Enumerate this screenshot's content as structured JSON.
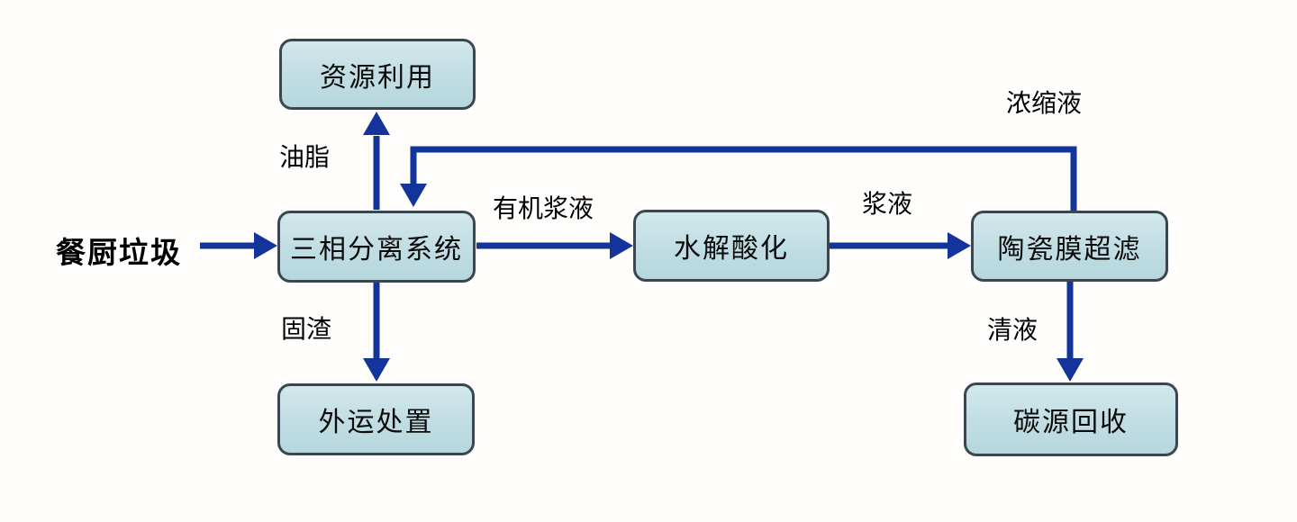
{
  "diagram": {
    "type": "process-flow",
    "language": "zh",
    "source": {
      "label": "餐厨垃圾"
    },
    "nodes": [
      {
        "id": "resource-utilization",
        "label": "资源利用"
      },
      {
        "id": "three-phase-separation",
        "label": "三相分离系统"
      },
      {
        "id": "hydrolysis-acidification",
        "label": "水解酸化"
      },
      {
        "id": "ceramic-membrane-ultrafiltration",
        "label": "陶瓷膜超滤"
      },
      {
        "id": "offsite-disposal",
        "label": "外运处置"
      },
      {
        "id": "carbon-source-recovery",
        "label": "碳源回收"
      }
    ],
    "edges": [
      {
        "from": "餐厨垃圾",
        "to": "三相分离系统",
        "label": ""
      },
      {
        "from": "三相分离系统",
        "to": "资源利用",
        "label": "油脂"
      },
      {
        "from": "三相分离系统",
        "to": "外运处置",
        "label": "固渣"
      },
      {
        "from": "三相分离系统",
        "to": "水解酸化",
        "label": "有机浆液"
      },
      {
        "from": "水解酸化",
        "to": "陶瓷膜超滤",
        "label": "浆液"
      },
      {
        "from": "陶瓷膜超滤",
        "to": "碳源回收",
        "label": "清液"
      },
      {
        "from": "陶瓷膜超滤",
        "to": "三相分离系统",
        "label": "浓缩液"
      }
    ],
    "colors": {
      "node_fill": "#c0dde3",
      "node_border": "#3a474f",
      "arrow": "#13349a",
      "text": "#000000",
      "background": "#fffefd"
    }
  }
}
